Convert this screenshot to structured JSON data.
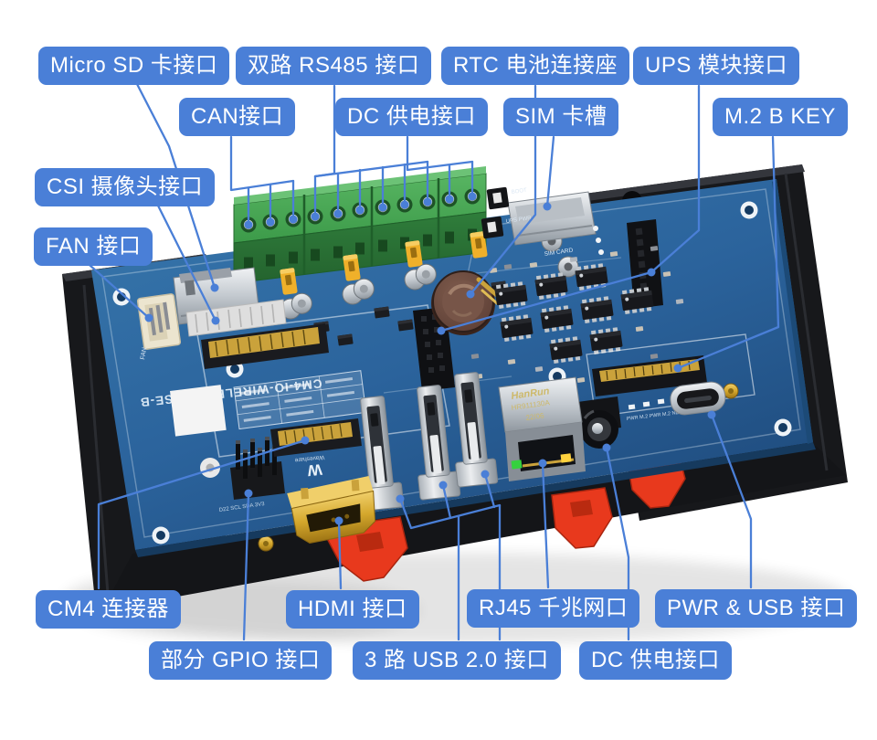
{
  "colors": {
    "label_bg": "#4a7fd7",
    "label_text": "#ffffff",
    "pcb_blue": "#2b639c",
    "plate_black": "#17181b",
    "terminal_green": "#3c9a49",
    "jumper_yellow": "#efb02a",
    "din_clip_red": "#e8391d",
    "gold": "#d4a72c"
  },
  "labels": {
    "micro_sd": {
      "text": "Micro SD 卡接口"
    },
    "rs485_dual": {
      "text": "双路 RS485 接口"
    },
    "rtc": {
      "text": "RTC 电池连接座"
    },
    "ups": {
      "text": "UPS 模块接口"
    },
    "can": {
      "text": "CAN接口"
    },
    "dc_top": {
      "text": "DC 供电接口"
    },
    "sim": {
      "text": "SIM 卡槽"
    },
    "m2": {
      "text": "M.2 B KEY"
    },
    "csi": {
      "text": "CSI 摄像头接口"
    },
    "fan": {
      "text": "FAN 接口"
    },
    "cm4": {
      "text": "CM4 连接器"
    },
    "hdmi": {
      "text": "HDMI 接口"
    },
    "rj45": {
      "text": "RJ45 千兆网口"
    },
    "pwr_usb": {
      "text": "PWR & USB 接口"
    },
    "gpio": {
      "text": "部分 GPIO 接口"
    },
    "usb3": {
      "text": "3 路 USB 2.0 接口"
    },
    "dc_bottom": {
      "text": "DC 供电接口"
    }
  },
  "board": {
    "model": "CM4-IO-WIRELESS-BASE-B",
    "brand": "Waveshare",
    "brand_mark": "W",
    "fan": "FAN",
    "sim": "SIM CARD",
    "boot": "BOOT",
    "ups_switch": "UPS PWR",
    "gpio_pins": "D22 SCL SDA 3V3",
    "m2_leds": "PWR  M.2 PWR  M.2 NET  ACT",
    "eth_brand": "HanRun",
    "eth_model": "HR911130A",
    "eth_date": "22/06"
  }
}
